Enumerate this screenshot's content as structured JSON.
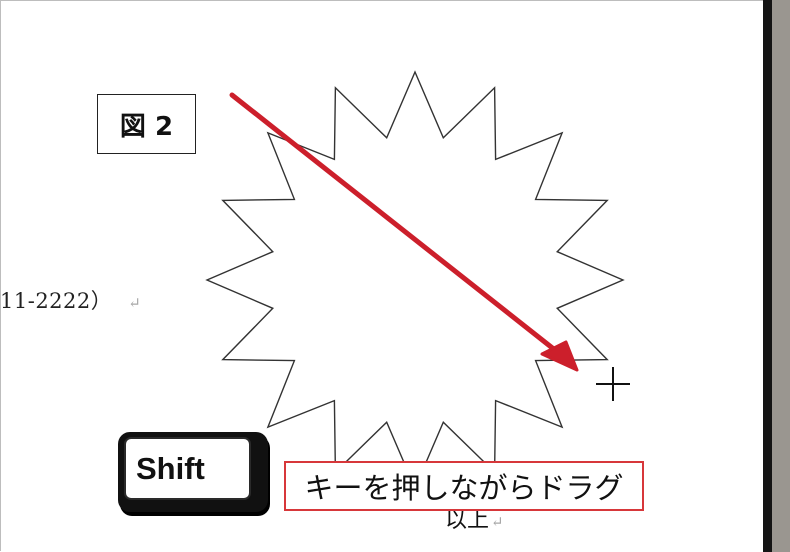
{
  "figure_label": "図 2",
  "document": {
    "phone_fragment": "11-2222）",
    "closing_word": "以上"
  },
  "paragraph_mark": "↵",
  "shift_key_label": "Shift",
  "instruction_caption": "キーを押しながらドラグ",
  "icons": {
    "starburst": "starburst-shape-icon",
    "drag_arrow": "red-arrow-icon",
    "cursor": "crosshair-cursor-icon"
  },
  "colors": {
    "arrow": "#cc1f2b",
    "caption_border": "#d7373a",
    "shape_outline": "#333333",
    "scrollbar_dark": "#141414",
    "scrollbar_grey": "#9a9690"
  }
}
